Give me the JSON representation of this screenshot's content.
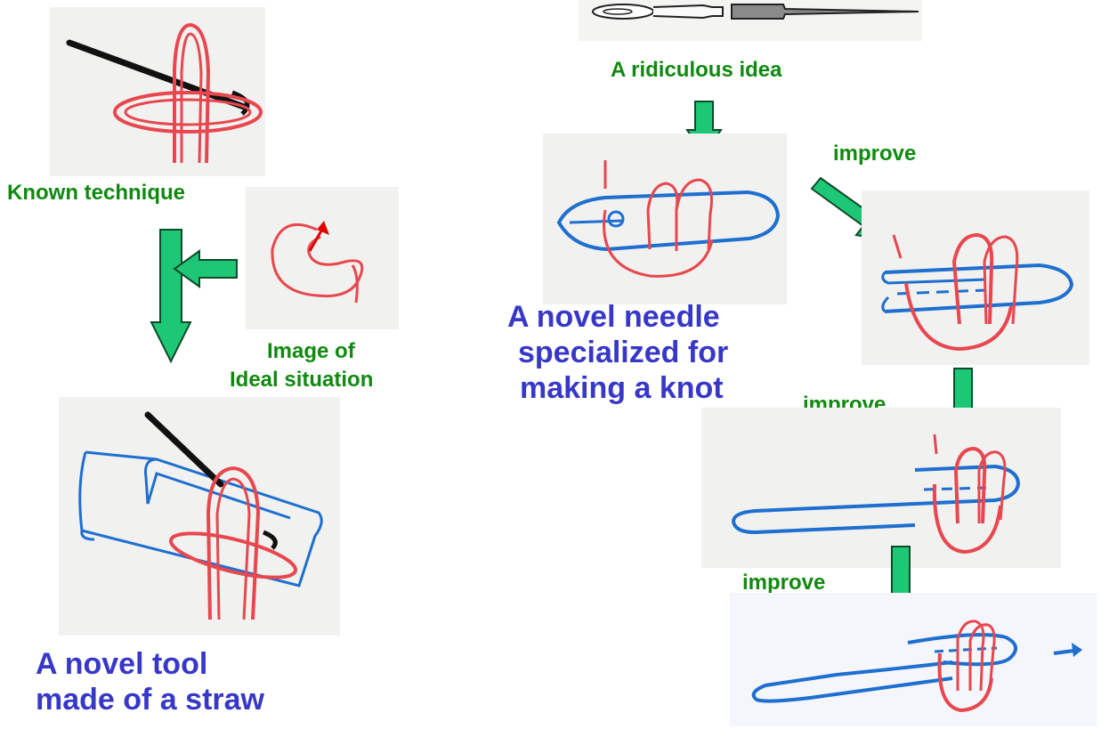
{
  "labels": {
    "known_technique": "Known technique",
    "image_of_ideal_line1": "Image of",
    "image_of_ideal_line2": "Ideal situation",
    "tool_line1": "A novel tool",
    "tool_line2": "made of a straw",
    "ridiculous_idea": "A ridiculous idea",
    "needle_line1": "A novel needle",
    "needle_line2": "specialized for",
    "needle_line3": "making a knot",
    "improve_1": "improve",
    "improve_2": "improve",
    "improve_3": "improve"
  },
  "colors": {
    "label_green": "#0f8a0f",
    "label_blue": "#3737c8",
    "arrow_fill": "#1ec776",
    "arrow_stroke": "#0d4a2a",
    "thread_red": "#e8474f",
    "straw_blue": "#1e6fd0",
    "needle_black": "#111111"
  }
}
